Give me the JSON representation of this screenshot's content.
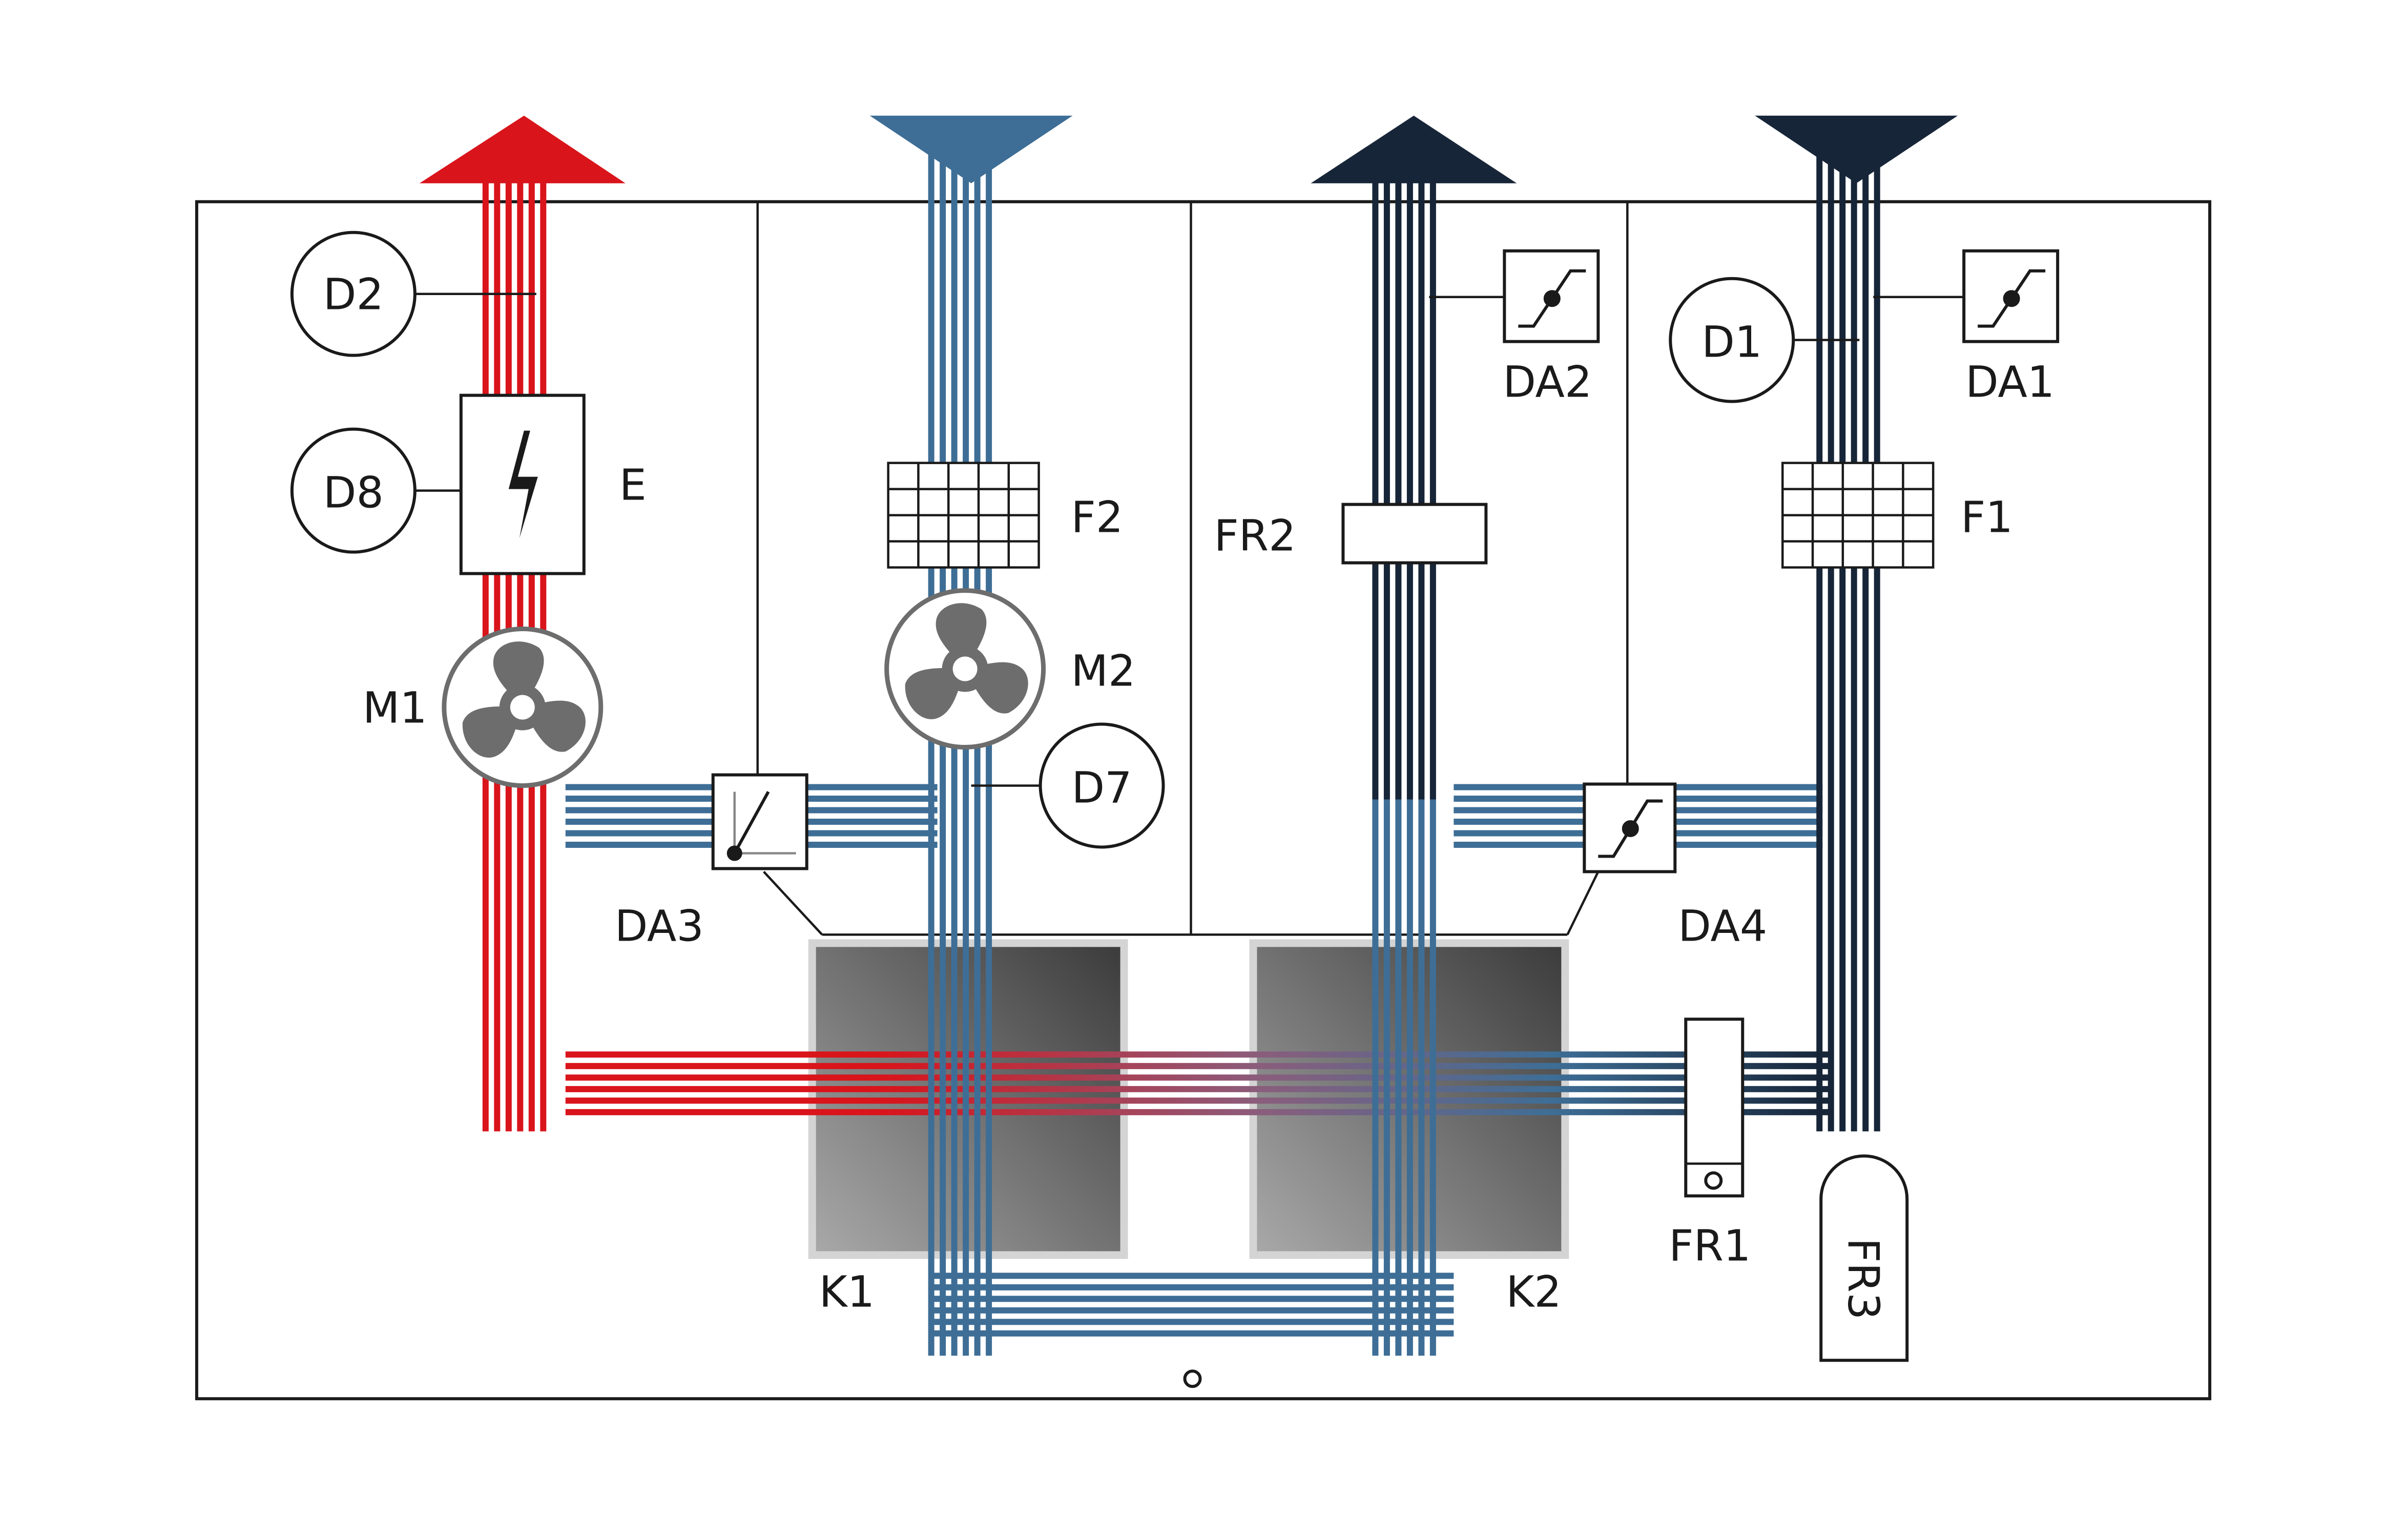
{
  "colors": {
    "red": "#D9141B",
    "blue": "#3E6E96",
    "dark": "#172538",
    "frame": "#1a1a1a",
    "exchanger": "#7a7a7a",
    "fan": "#707070"
  },
  "labels": {
    "d2": "D2",
    "d8": "D8",
    "e": "E",
    "m1": "M1",
    "da3": "DA3",
    "f2": "F2",
    "m2": "M2",
    "d7": "D7",
    "fr2": "FR2",
    "da2": "DA2",
    "d1": "D1",
    "da1": "DA1",
    "f1": "F1",
    "da4": "DA4",
    "k1": "K1",
    "k2": "K2",
    "fr1": "FR1",
    "fr3": "FR3"
  },
  "icons": {
    "heater": "lightning-icon",
    "fan": "fan-icon",
    "filter": "filter-grid-icon",
    "damper": "damper-icon",
    "drain": "drain-icon"
  }
}
